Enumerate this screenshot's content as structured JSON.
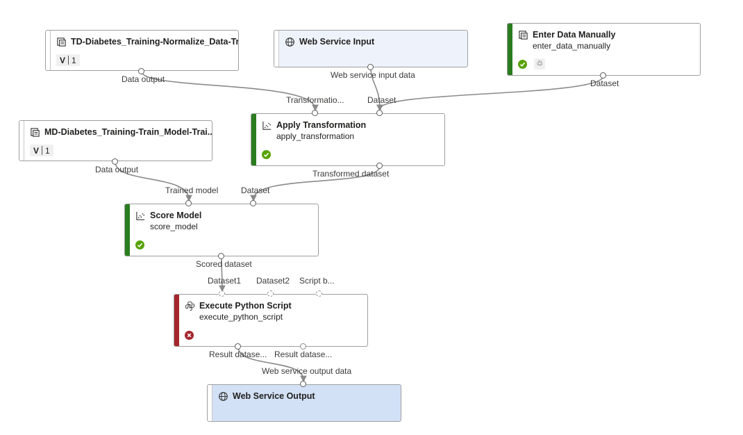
{
  "nodes": {
    "td_normalize": {
      "title": "TD-Diabetes_Training-Normalize_Data-Tr...",
      "version_letter": "V",
      "version_number": "1",
      "out_port": "Data output"
    },
    "web_input": {
      "title": "Web Service Input",
      "out_port": "Web service input data"
    },
    "enter_data": {
      "title": "Enter Data Manually",
      "subtitle": "enter_data_manually",
      "out_port": "Dataset"
    },
    "md_train": {
      "title": "MD-Diabetes_Training-Train_Model-Trai...",
      "version_letter": "V",
      "version_number": "1",
      "out_port": "Data output"
    },
    "apply_transform": {
      "title": "Apply Transformation",
      "subtitle": "apply_transformation",
      "in_port_1": "Transformatio...",
      "in_port_2": "Dataset",
      "out_port": "Transformed dataset"
    },
    "score_model": {
      "title": "Score Model",
      "subtitle": "score_model",
      "in_port_1": "Trained model",
      "in_port_2": "Dataset",
      "out_port": "Scored dataset"
    },
    "python_script": {
      "title": "Execute Python Script",
      "subtitle": "execute_python_script",
      "in_port_1": "Dataset1",
      "in_port_2": "Dataset2",
      "in_port_3": "Script b...",
      "out_port_1": "Result datase...",
      "out_port_2": "Result datase..."
    },
    "web_output": {
      "title": "Web Service Output",
      "in_port": "Web service output data"
    }
  },
  "colors": {
    "success": "#57a300",
    "error": "#a4262c",
    "completed_bar": "#2a7d1f",
    "service_bg": "#eef3fb",
    "service_output_bg": "#d3e1f6"
  },
  "icons": {
    "dataset": "dataset-icon",
    "globe": "globe-icon",
    "chart": "chart-icon",
    "python": "python-icon",
    "check": "check-icon",
    "error": "error-icon",
    "recycle": "recycle-icon"
  }
}
